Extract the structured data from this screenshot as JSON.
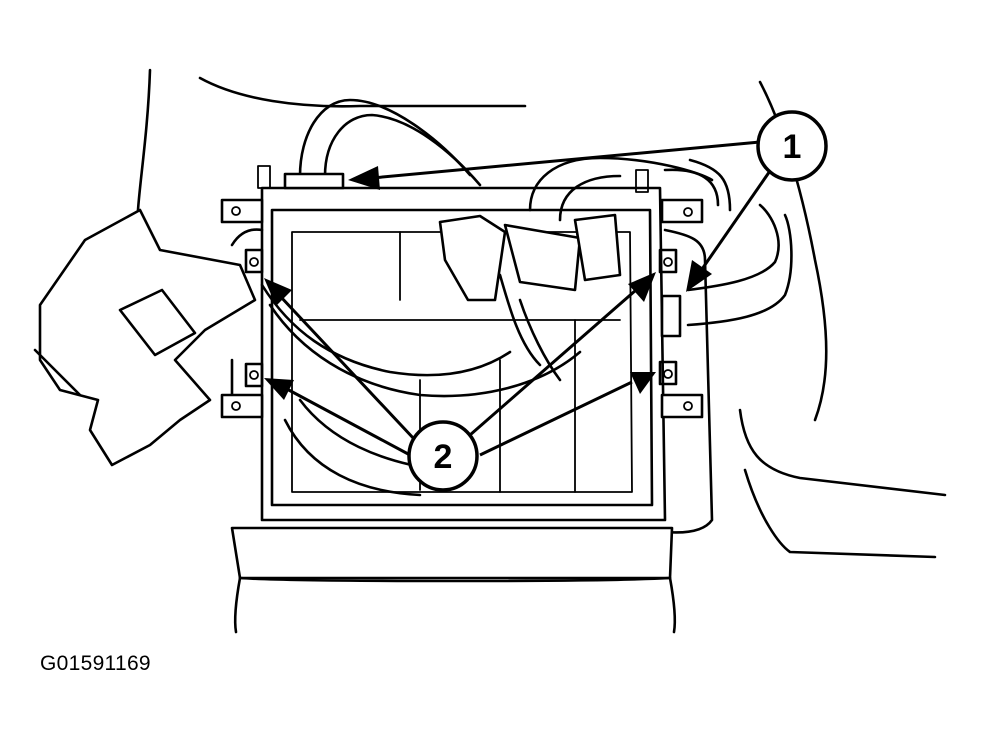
{
  "figure_id": "G01591169",
  "callouts": [
    {
      "id": "callout-1",
      "label": "1"
    },
    {
      "id": "callout-2",
      "label": "2"
    }
  ],
  "colors": {
    "line": "#000000",
    "background": "#ffffff"
  }
}
